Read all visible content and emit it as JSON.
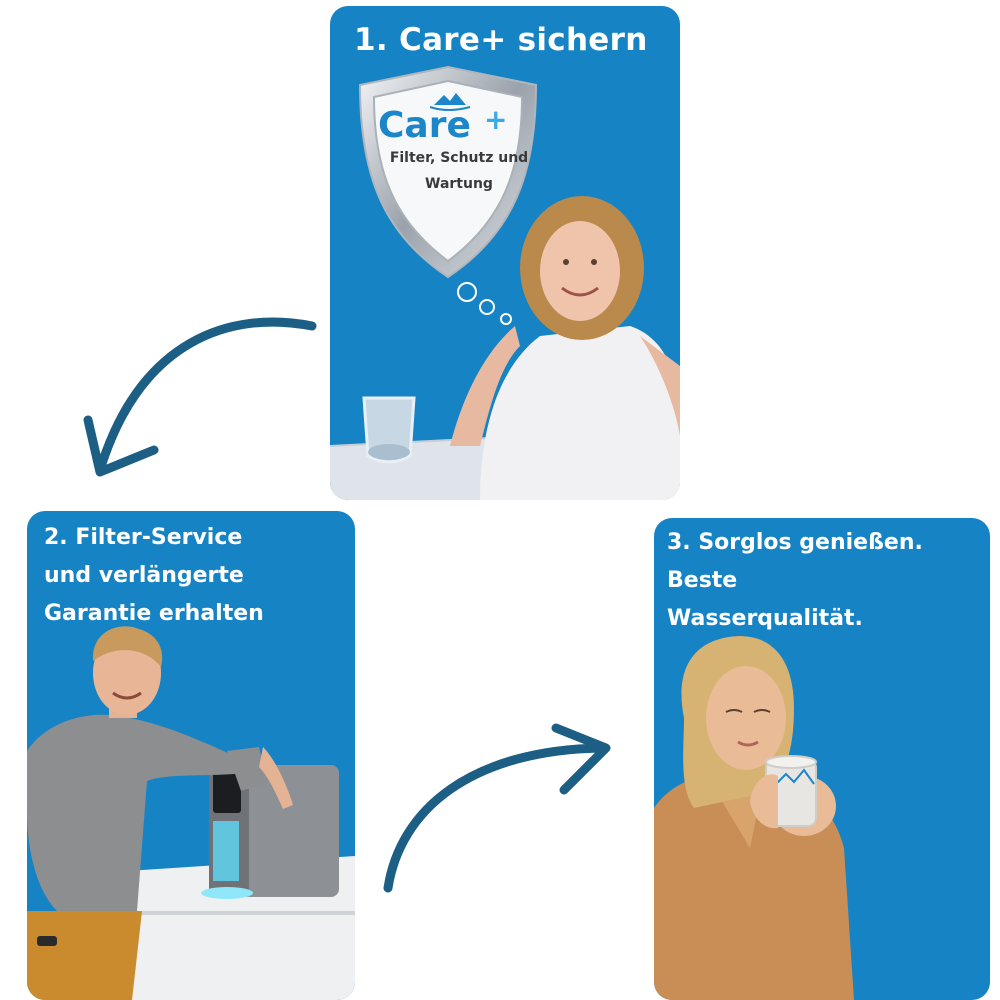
{
  "steps": [
    {
      "title_lines": [
        "1. Care+ sichern"
      ]
    },
    {
      "title_lines": [
        "2. Filter-Service",
        "und verlängerte",
        "Garantie erhalten"
      ]
    },
    {
      "title_lines": [
        "3. Sorglos genießen.",
        "Beste",
        "Wasserqualität."
      ]
    }
  ],
  "shield": {
    "brand": "Care",
    "plus": "+",
    "desc": "Filter, Schutz und Wartung"
  },
  "colors": {
    "card_blue": "#1683c5",
    "arrow_blue": "#1d5e85"
  }
}
